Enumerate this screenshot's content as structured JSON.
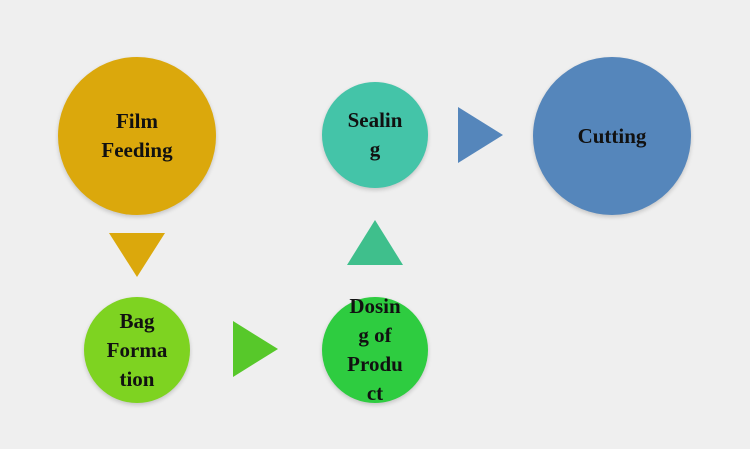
{
  "colors": {
    "background": "#efefef",
    "film_feeding": "#dba80c",
    "bag_formation": "#7ed321",
    "dosing": "#2ecc40",
    "sealing": "#44c4a8",
    "cutting": "#5586bb",
    "arrow_down": "#dba80c",
    "arrow_right_green": "#57c82a",
    "arrow_up": "#3fbf8c",
    "arrow_right_blue": "#5586bb"
  },
  "nodes": {
    "film_feeding": "Film\nFeeding",
    "bag_formation": "Bag\nForma\ntion",
    "dosing": "Dosin\ng of\nProdu\nct",
    "sealing": "Sealin\ng",
    "cutting": "Cutting"
  }
}
